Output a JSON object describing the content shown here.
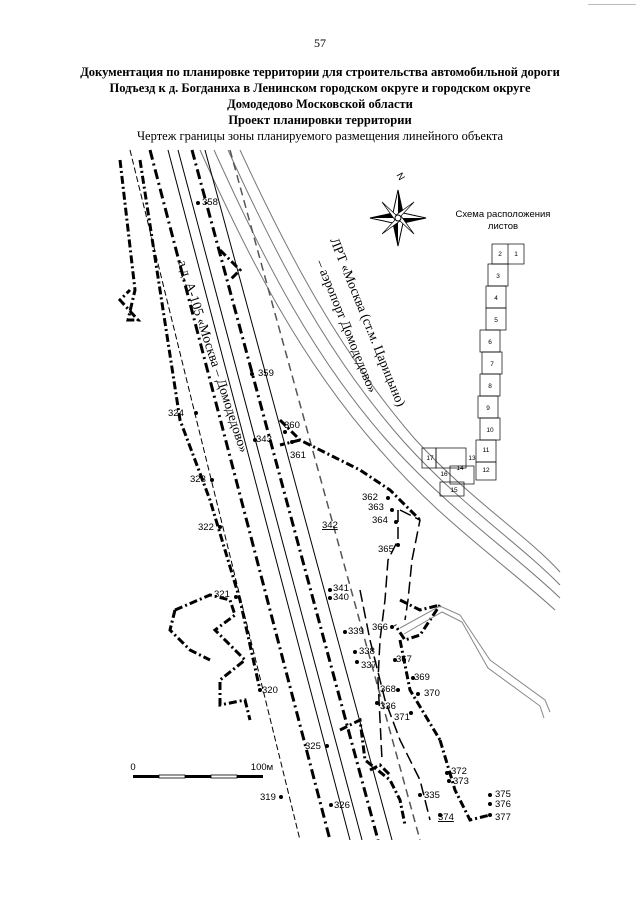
{
  "page_number": "57",
  "header": {
    "line1": "Документация по планировке территории для строительства автомобильной дороги",
    "line2": "Подъезд к д. Богданиха в Ленинском городском округе и городском округе",
    "line3": "Домодедово Московской области",
    "line4": "Проект планировки территории",
    "line5": "Чертеж границы зоны планируемого размещения линейного объекта"
  },
  "map": {
    "compass_label": "N",
    "road_label": "а.д. А-105 «Москва – Домодедово»",
    "railway_label_1": "ЛРТ «Москва (ст.м. Царицыно)",
    "railway_label_2": "– аэропорт Домодедово»",
    "scale": {
      "start": "0",
      "end": "100м"
    },
    "scheme": {
      "title": "Схема расположения листов",
      "sheets": [
        "1",
        "2",
        "3",
        "4",
        "5",
        "6",
        "7",
        "8",
        "9",
        "10",
        "11",
        "12",
        "13",
        "14",
        "15",
        "16",
        "17"
      ]
    },
    "points": [
      "358",
      "359",
      "360",
      "361",
      "343",
      "324",
      "323",
      "322",
      "342",
      "362",
      "363",
      "364",
      "365",
      "341",
      "340",
      "321",
      "339",
      "366",
      "338",
      "337",
      "367",
      "369",
      "368",
      "370",
      "336",
      "371",
      "320",
      "325",
      "372",
      "373",
      "335",
      "375",
      "376",
      "374",
      "377",
      "319",
      "326"
    ],
    "underlined_labels": [
      "342",
      "374"
    ],
    "colors": {
      "line": "#000000",
      "gray": "#9a9a9a"
    }
  }
}
